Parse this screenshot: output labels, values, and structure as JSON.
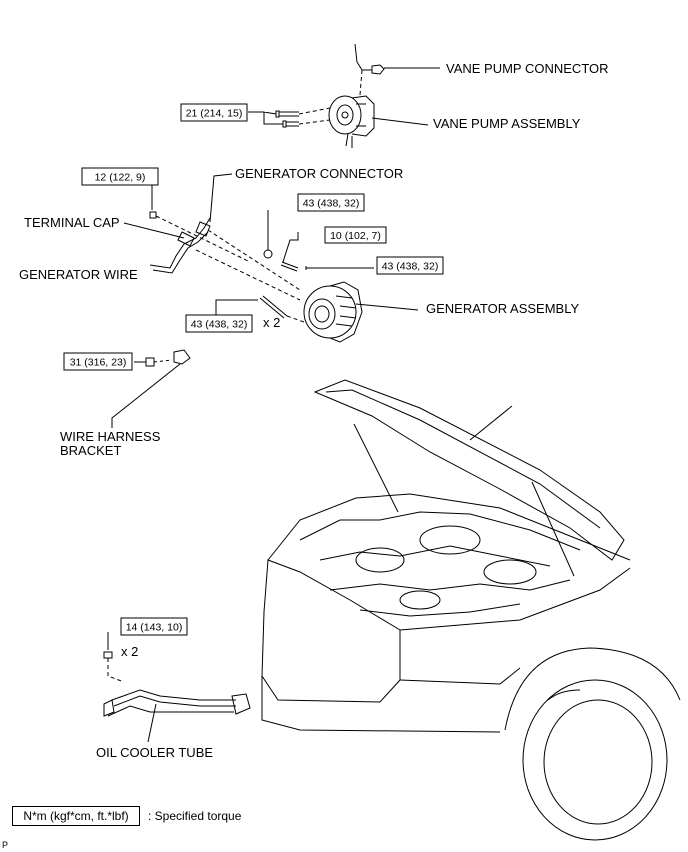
{
  "labels": {
    "vane_pump_connector": "VANE PUMP CONNECTOR",
    "vane_pump_assembly": "VANE PUMP ASSEMBLY",
    "generator_connector": "GENERATOR CONNECTOR",
    "terminal_cap": "TERMINAL CAP",
    "generator_wire": "GENERATOR WIRE",
    "generator_assembly": "GENERATOR ASSEMBLY",
    "wire_harness_bracket_1": "WIRE HARNESS",
    "wire_harness_bracket_2": "BRACKET",
    "oil_cooler_tube": "OIL COOLER TUBE"
  },
  "torques": {
    "vane_pump_bolts": "21 (214, 15)",
    "terminal_cap_nut": "12 (122, 9)",
    "generator_nut_top": "43 (438, 32)",
    "generator_stud": "10 (102, 7)",
    "generator_bolt_right": "43 (438, 32)",
    "generator_bolts_lower": "43 (438, 32)",
    "wire_harness_bracket_bolt": "31 (316, 23)",
    "oil_cooler_tube_bolts": "14 (143, 10)"
  },
  "quantities": {
    "generator_bolts_lower": "x 2",
    "oil_cooler_tube_bolts": "x 2"
  },
  "legend": {
    "box_text": "N*m (kgf*cm, ft.*lbf)",
    "description": ": Specified torque"
  },
  "page_mark": "P"
}
